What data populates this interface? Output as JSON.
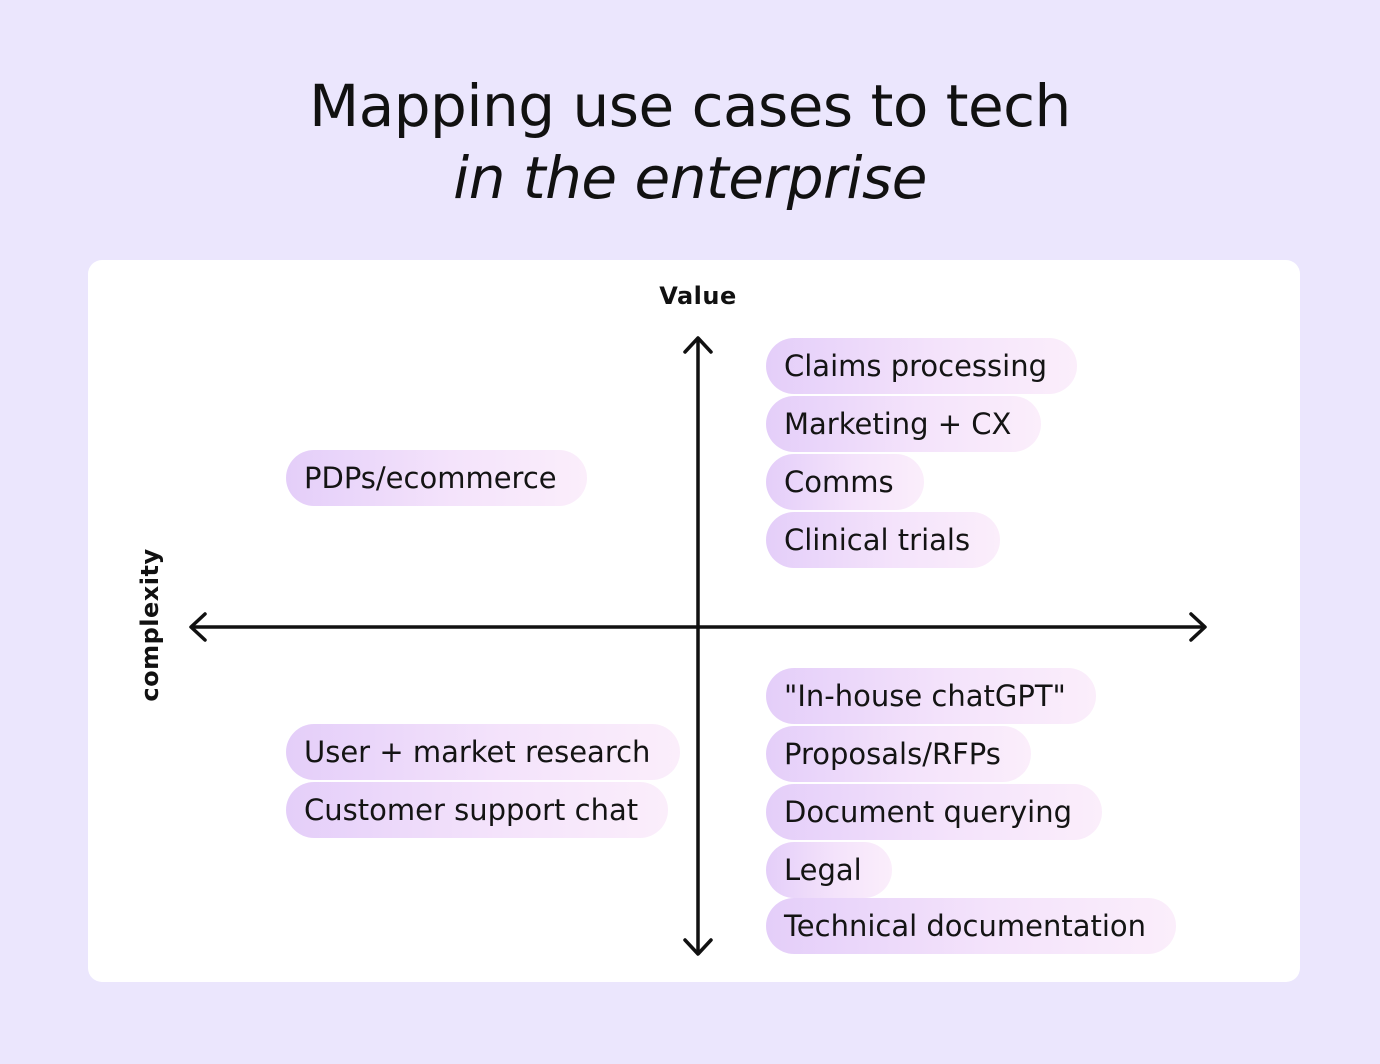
{
  "title": {
    "line1": "Mapping use cases to tech",
    "line2": "in the enterprise"
  },
  "axes": {
    "vertical_label": "Value",
    "horizontal_label": "complexity"
  },
  "quadrants": {
    "top_left": [
      "PDPs/ecommerce"
    ],
    "top_right": [
      "Claims processing",
      "Marketing + CX",
      "Comms",
      "Clinical trials"
    ],
    "bottom_left": [
      "User + market research",
      "Customer support chat"
    ],
    "bottom_right": [
      "\"In-house chatGPT\"",
      "Proposals/RFPs",
      "Document querying",
      "Legal",
      "Technical documentation"
    ]
  },
  "colors": {
    "background": "#ebe6fd",
    "card": "#ffffff",
    "pill_start": "#e4cef9",
    "pill_end": "#fbeefb",
    "axis": "#111111"
  }
}
